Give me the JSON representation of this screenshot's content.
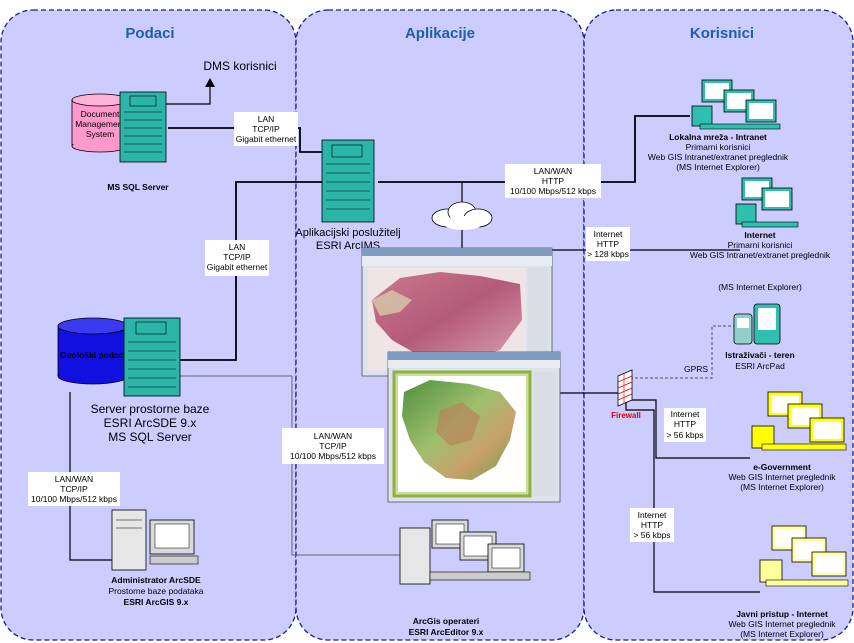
{
  "zones": {
    "podaci": "Podaci",
    "aplikacije": "Aplikacije",
    "korisnici": "Korisnici"
  },
  "nodes": {
    "dms_users": "DMS korisnici",
    "dms_system": [
      "Document",
      "Management",
      "System"
    ],
    "ms_sql_server": "MS SQL Server",
    "app_server": [
      "Aplikacijski poslužitelj",
      "ESRI ArcIMS"
    ],
    "geoloski": "Geološki podaci",
    "spatial_server": [
      "Server prostorne baze",
      "ESRI ArcSDE 9.x",
      "MS SQL Server"
    ],
    "admin": [
      "Administrator ArcSDE",
      "Prostorne baze podataka",
      "ESRI ArcGIS 9.x"
    ],
    "arcgis_ops": [
      "ArcGis operateri",
      "ESRI ArcEditor 9.x"
    ],
    "intranet": [
      "Lokalna mreža - Intranet",
      "Primarni korisnici",
      "Web GIS Intranet/extranet preglednik",
      "(MS Internet Explorer)"
    ],
    "internet": [
      "Internet",
      "Primarni korisnici",
      "Web GIS Intranet/extranet preglednik"
    ],
    "internet_ie": "(MS Internet Explorer)",
    "field": [
      "Istraživači - teren",
      "ESRI ArcPad"
    ],
    "egov": [
      "e-Government",
      "Web GIS Internet preglednik",
      "(MS Internet Explorer)"
    ],
    "public": [
      "Javni pristup - Internet",
      "Web GIS Internet preglednik",
      "(MS Internet Explorer)"
    ],
    "firewall": "Firewall"
  },
  "links": {
    "lan1": [
      "LAN",
      "TCP/IP",
      "Gigabit ethernet"
    ],
    "lan2": [
      "LAN",
      "TCP/IP",
      "Gigabit ethernet"
    ],
    "wan_left": [
      "LAN/WAN",
      "TCP/IP",
      "10/100 Mbps/512 kbps"
    ],
    "wan_mid": [
      "LAN/WAN",
      "TCP/IP",
      "10/100 Mbps/512 kbps"
    ],
    "wan_http": [
      "LAN/WAN",
      "HTTP",
      "10/100 Mbps/512 kbps"
    ],
    "inet128": [
      "Internet",
      "HTTP",
      "> 128 kbps"
    ],
    "gprs": "GPRS",
    "inet56a": [
      "Internet",
      "HTTP",
      "> 56 kbps"
    ],
    "inet56b": [
      "Internet",
      "HTTP",
      "> 56 kbps"
    ]
  },
  "colors": {
    "zone_fill": "#ccccff",
    "zone_border": "#1a1a9e",
    "server": "#2bb5a8",
    "db_blue": "#1010e0",
    "db_pink": "#ff99cc",
    "pc_teal": "#2fbfae",
    "pc_yellow_dark": "#ffff00",
    "pc_yellow_light": "#ffff99",
    "firewall_red": "#e00000"
  }
}
